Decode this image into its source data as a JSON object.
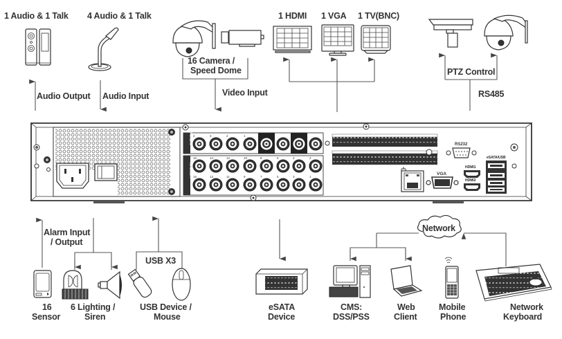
{
  "title": "DVR rear panel connection diagram",
  "labels": {
    "audio_output_device": "1 Audio  & 1 Talk",
    "audio_input_device": "4 Audio & 1 Talk",
    "audio_output": "Audio  Output",
    "audio_input": "Audio  Input",
    "camera_line1": "16 Camera /",
    "camera_line2": "Speed Dome",
    "video_input": "Video Input",
    "hdmi": "1 HDMI",
    "vga": "1 VGA",
    "tv": "1 TV(BNC)",
    "ptz_control": "PTZ Control",
    "rs485": "RS485",
    "alarm_line1": "Alarm Input",
    "alarm_line2": "/ Output",
    "sensor_line1": "16",
    "sensor_line2": "Sensor",
    "lighting_line1": "6 Lighting /",
    "lighting_line2": "Siren",
    "usb_x3": "USB X3",
    "usb_line1": "USB Device /",
    "usb_line2": "Mouse",
    "esata_line1": "eSATA",
    "esata_line2": "Device",
    "cms_line1": "CMS:",
    "cms_line2": "DSS/PSS",
    "web_line1": "Web",
    "web_line2": "Client",
    "mobile_line1": "Mobile",
    "mobile_line2": "Phone",
    "keyboard_line1": "Network",
    "keyboard_line2": "Keyboard",
    "network": "Network"
  },
  "panel": {
    "rs232": "RS232",
    "vga_port": "VGA",
    "hdmi1": "HDMI1",
    "hdmi2": "HDMI2",
    "esata_usb": "eSATA/USB",
    "audio_in": "AUDIO IN",
    "video_in": "VIDEO IN",
    "audio_in_channels": [
      "4",
      "3",
      "2",
      "1"
    ],
    "video_top_row": [
      "16",
      "14",
      "12",
      "10",
      "8",
      "6",
      "4",
      "2"
    ],
    "video_bottom_row": [
      "15",
      "13",
      "11",
      "9",
      "7",
      "5",
      "3",
      "1"
    ],
    "alarm_terminals": [
      "1",
      "2",
      "3",
      "4",
      "5",
      "6",
      "7",
      "8",
      "9",
      "10",
      "11",
      "12",
      "13",
      "14",
      "15",
      "16"
    ]
  },
  "colors": {
    "line": "#555555",
    "text": "#333333",
    "device_fill": "#ffffff",
    "dark_fill": "#333333"
  }
}
